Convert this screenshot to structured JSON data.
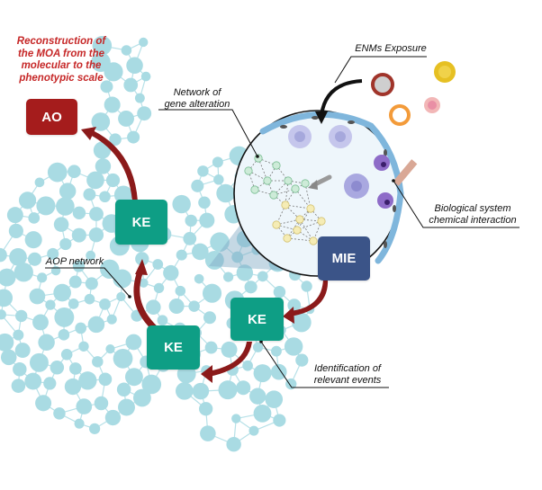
{
  "title": "Reconstruction of the MOA from the molecular to the phenotypic scale",
  "title_lines": [
    "Reconstruction of",
    "the MOA from the",
    "molecular to the",
    "phenotypic scale"
  ],
  "boxes": {
    "ao": {
      "label": "AO",
      "color": "#a51c1c"
    },
    "ke_top": {
      "label": "KE",
      "color": "#0e9e85"
    },
    "ke_bottom_left": {
      "label": "KE",
      "color": "#0e9e85"
    },
    "ke_right": {
      "label": "KE",
      "color": "#0e9e85"
    },
    "mie": {
      "label": "MIE",
      "color": "#3b5488"
    }
  },
  "annotations": {
    "enms_exposure": "ENMs Exposure",
    "network_gene_alteration_line1": "Network of",
    "network_gene_alteration_line2": "gene alteration",
    "biological_system_line1": "Biological system",
    "biological_system_line2": "chemical interaction",
    "aop_network": "AOP network",
    "identification_line1": "Identification of",
    "identification_line2": "relevant events"
  },
  "colors": {
    "network_node": "#a9dbe3",
    "network_edge": "#b7e1e8",
    "arrow": "#8b1a1a",
    "title_text": "#c62828",
    "zoom_circle_fill": "#eef6fb",
    "membrane": "#7fb6dc"
  },
  "gene_network": {
    "green_nodes": 9,
    "yellow_nodes": 8
  }
}
